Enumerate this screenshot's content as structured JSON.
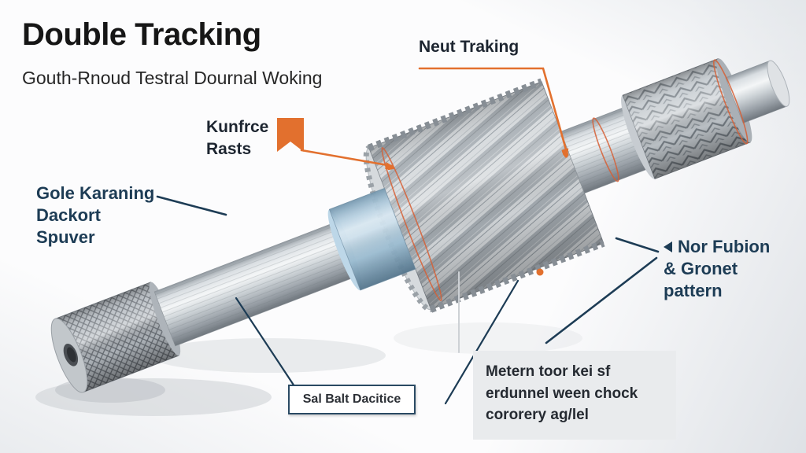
{
  "header": {
    "title": "Double Tracking",
    "subtitle": "Gouth-Rnoud Testral Dournal Woking"
  },
  "callouts": {
    "top": {
      "label": "Neut Traking"
    },
    "knurl": {
      "line1": "Kunfrce",
      "line2": "Rasts"
    },
    "left": {
      "line1": "Gole Karaning",
      "line2": "Dackort",
      "line3": "Spuver"
    },
    "right": {
      "line1": "Nor Fubion",
      "line2": "& Gronet",
      "line3": "pattern"
    },
    "part_box": {
      "label": "Sal Balt Dacitice"
    },
    "note_box": {
      "line1": "Metern toor kei sf",
      "line2": "erdunnel ween chock",
      "line3": "cororery ag/lel"
    }
  },
  "icons": {
    "kunfrce_marker": "orange-ribbon-flag",
    "right_pointer": "left-triangle-arrow"
  },
  "colors": {
    "accent_orange": "#E2702E",
    "callout_navy": "#1D3C55",
    "ring_blue": "#A8C8DC",
    "note_box_gray": "#E9EBED",
    "text_dark": "#1D2530"
  }
}
